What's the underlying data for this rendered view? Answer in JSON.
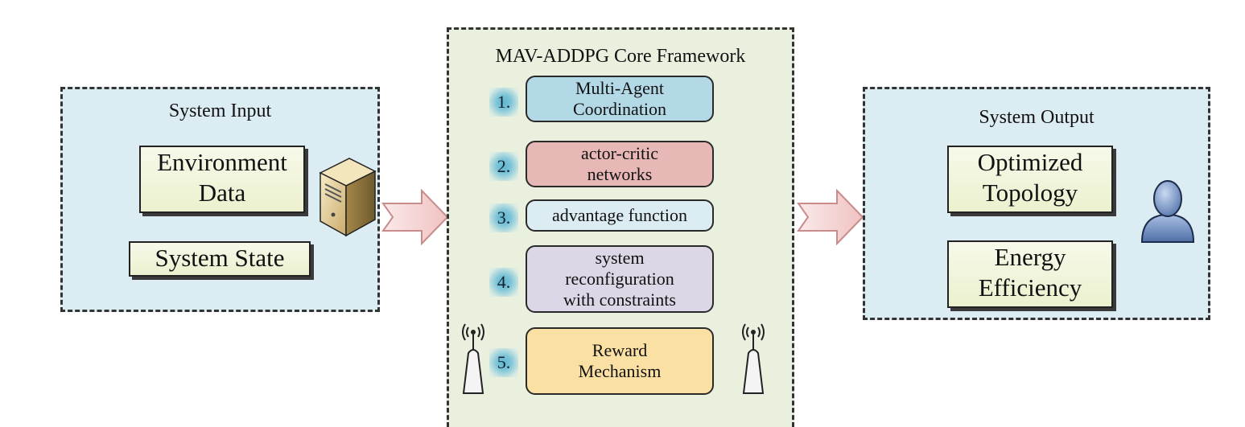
{
  "input_panel": {
    "title": "System Input",
    "boxes": [
      {
        "lines": [
          "Environment",
          "Data"
        ]
      },
      {
        "lines": [
          "System State"
        ]
      }
    ],
    "icon": "server-icon"
  },
  "core_panel": {
    "title": "MAV-ADDPG Core Framework",
    "steps": [
      {
        "number": "1.",
        "lines": [
          "Multi-Agent",
          "Coordination"
        ],
        "color": "#b4d9e6"
      },
      {
        "number": "2.",
        "lines": [
          "actor-critic",
          "networks"
        ],
        "color": "#e8b8b6"
      },
      {
        "number": "3.",
        "lines": [
          "advantage function"
        ],
        "color": "#dcecf3"
      },
      {
        "number": "4.",
        "lines": [
          "system",
          "reconfiguration",
          "with constraints"
        ],
        "color": "#ddd6e6"
      },
      {
        "number": "5.",
        "lines": [
          "Reward",
          "Mechanism"
        ],
        "color": "#fbe0a4"
      }
    ],
    "icons": [
      "antenna-tower-icon",
      "antenna-tower-icon"
    ]
  },
  "output_panel": {
    "title": "System Output",
    "boxes": [
      {
        "lines": [
          "Optimized",
          "Topology"
        ]
      },
      {
        "lines": [
          "Energy",
          "Efficiency"
        ]
      }
    ],
    "icon": "user-icon"
  },
  "colors": {
    "panel_blue": "#dcecf3",
    "panel_green": "#e9f0de",
    "arrow_fill": "#f3cfcf",
    "arrow_stroke": "#c98c8c"
  }
}
